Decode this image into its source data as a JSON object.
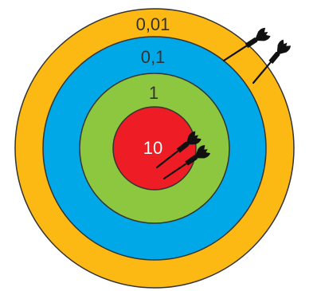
{
  "rings": [
    {
      "label": "0,01",
      "color": "#FDB913",
      "label_color": "#333333"
    },
    {
      "label": "0,1",
      "color": "#00A8E8",
      "label_color": "#333333"
    },
    {
      "label": "1",
      "color": "#8DC63F",
      "label_color": "#333333"
    },
    {
      "label": "10",
      "color": "#EE1C24",
      "label_color": "#FFFFFF"
    }
  ],
  "colors": {
    "outline": "#333333",
    "dart": "#111111"
  },
  "darts": [
    {
      "name": "dart-orange-ring-1",
      "icon": "dart-icon"
    },
    {
      "name": "dart-orange-ring-2",
      "icon": "dart-icon"
    },
    {
      "name": "dart-bullseye-1",
      "icon": "dart-icon"
    },
    {
      "name": "dart-bullseye-2",
      "icon": "dart-icon"
    }
  ]
}
